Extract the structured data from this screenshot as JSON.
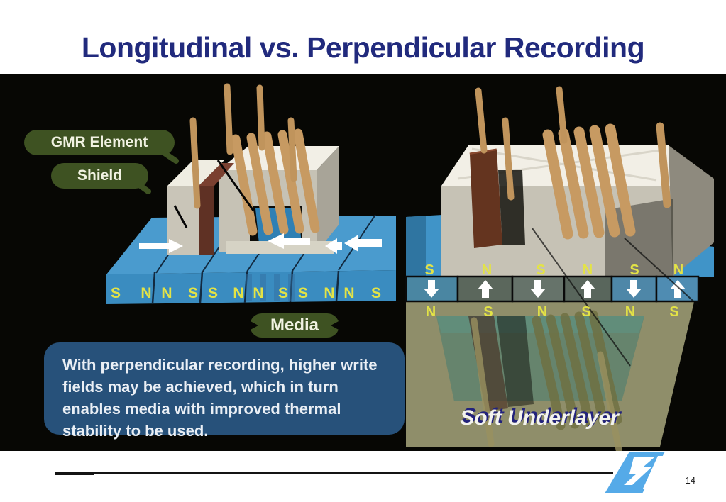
{
  "slide": {
    "title": "Longitudinal vs. Perpendicular Recording",
    "page_number": "14"
  },
  "labels": {
    "gmr_element": "GMR Element",
    "shield": "Shield",
    "media": "Media",
    "soft_underlayer": "Soft Underlayer"
  },
  "callout": {
    "lines": [
      "With perpendicular recording, higher write",
      "fields may be achieved, which in turn",
      "enables media with improved thermal",
      "stability to be used."
    ]
  },
  "left_diagram": {
    "description": "Longitudinal recording head over media",
    "front_letters": [
      "S",
      "N",
      "N",
      "S",
      "S",
      "N",
      "N",
      "S",
      "S",
      "N",
      "N",
      "S"
    ],
    "top_arrows": [
      "right",
      "left",
      "left",
      "left"
    ]
  },
  "right_diagram": {
    "description": "Perpendicular recording head over media with soft underlayer",
    "top_letters": [
      "S",
      "N",
      "S",
      "N",
      "S",
      "N"
    ],
    "bottom_letters": [
      "N",
      "S",
      "N",
      "S",
      "N",
      "S"
    ],
    "cell_arrows": [
      "down",
      "up",
      "down",
      "up",
      "down",
      "up"
    ]
  },
  "logo": {
    "brand": "ST"
  },
  "colors": {
    "title": "#212a7d",
    "pill_olive": "#3e5222",
    "callout_bg": "#27517a",
    "media_blue": "#3a8cc0",
    "underlayer_olive": "#8f8e6a",
    "pole_yellow": "#e3e346",
    "logo_blue": "#55aae8"
  }
}
